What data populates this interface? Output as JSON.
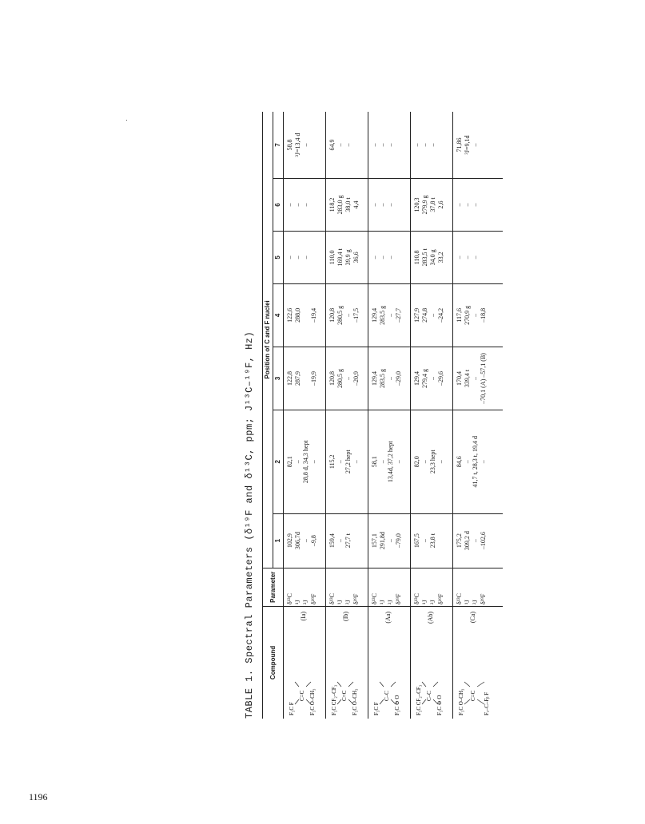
{
  "caption": "TABLE 1.  Spectral Parameters (δ¹⁹F and δ¹³C, ppm; J¹³C–¹⁹F, Hz)",
  "page_number": "1196",
  "headers": {
    "compound": "Compound",
    "parameter": "Parameter",
    "position_group": "Position of C and F nuclei",
    "positions": [
      "1",
      "2",
      "3",
      "4",
      "5",
      "6",
      "7"
    ]
  },
  "parameter_labels": [
    "δ¹³C",
    "¹J",
    "²J",
    "δ¹⁹F"
  ],
  "rows": [
    {
      "id": "(Ia)",
      "structure": {
        "top": "F₃C    F",
        "mid": "C=C",
        "bot": "F₃C    O–CH₃"
      },
      "values": [
        [
          "102,9",
          "306,7d",
          "–",
          "–9,8"
        ],
        [
          "82,1",
          "–",
          "28,8 d, 34,3 hept",
          "–"
        ],
        [
          "122,8",
          "287,9",
          "",
          "–19,9"
        ],
        [
          "122,6",
          "288,0",
          "",
          "–19,4"
        ],
        [
          "–",
          "–",
          "–",
          ""
        ],
        [
          "–",
          "–",
          "–",
          ""
        ],
        [
          "58,8",
          "³J=13,4 d",
          "–",
          ""
        ]
      ]
    },
    {
      "id": "(Ib)",
      "structure": {
        "top": "F₃C    CF₂–CF₃",
        "mid": "C=C",
        "bot": "F₃C    O–CH₃"
      },
      "values": [
        [
          "159,4",
          "–",
          "27,7 t",
          ""
        ],
        [
          "115,2",
          "–",
          "27,2 hept",
          "–"
        ],
        [
          "120,8",
          "280,5 g",
          "–",
          "–20,9"
        ],
        [
          "120,8",
          "280,5 g",
          "–",
          "–17,5"
        ],
        [
          "110,0",
          "169,4 t",
          "39,9 g",
          "36,6"
        ],
        [
          "118,2",
          "283,0 g",
          "38,0 t",
          "4,4"
        ],
        [
          "64,9",
          "–",
          "–",
          ""
        ]
      ]
    },
    {
      "id": "(Aa)",
      "structure": {
        "top": "F₃C    F",
        "mid": "C–C",
        "bot": "F₃C    ⊖ O"
      },
      "values": [
        [
          "157,1",
          "291,8d",
          "–",
          "–79,0"
        ],
        [
          "58,1",
          "–",
          "13,4d, 37,2 hept",
          "–"
        ],
        [
          "129,4",
          "283,5 g",
          "–",
          "–29,0"
        ],
        [
          "129,4",
          "283,5 g",
          "–",
          "–27,7"
        ],
        [
          "–",
          "–",
          "–",
          ""
        ],
        [
          "–",
          "–",
          "–",
          ""
        ],
        [
          "–",
          "–",
          "–",
          ""
        ]
      ]
    },
    {
      "id": "(Ab)",
      "structure": {
        "top": "F₃C    CF₂–CF₃",
        "mid": "C–C",
        "bot": "F₃C    ⊖ O"
      },
      "values": [
        [
          "167,5",
          "–",
          "23,8 t",
          ""
        ],
        [
          "82,0",
          "–",
          "23,3 hept",
          "–"
        ],
        [
          "129,4",
          "279,4 g",
          "–",
          "–29,6"
        ],
        [
          "127,9",
          "274,8",
          "–",
          "–24,2"
        ],
        [
          "110,8",
          "283,5 t",
          "34,0 g",
          "33,2"
        ],
        [
          "120,3",
          "279,9 g",
          "37,8 t",
          "2,6"
        ],
        [
          "–",
          "–",
          "–",
          ""
        ]
      ]
    },
    {
      "id": "(Ca)",
      "structure": {
        "top": "F₃C    O–CH₃",
        "mid": "C=C",
        "bot": "Fₐ–C–Fᵦ    F"
      },
      "values": [
        [
          "175,2",
          "309,2 d",
          "–",
          "–102,6"
        ],
        [
          "84,6",
          "–",
          "41,7 t, 28,3 t, 19,4 d",
          "–"
        ],
        [
          "170,4",
          "339,4 t",
          "–",
          "–70,1 (A) –57,1 (B)"
        ],
        [
          "117,6",
          "270,9 g",
          "–",
          "–18,8"
        ],
        [
          "–",
          "–",
          "–",
          ""
        ],
        [
          "–",
          "–",
          "–",
          ""
        ],
        [
          "71,86",
          "³J=9,1d",
          "–",
          ""
        ]
      ]
    }
  ]
}
